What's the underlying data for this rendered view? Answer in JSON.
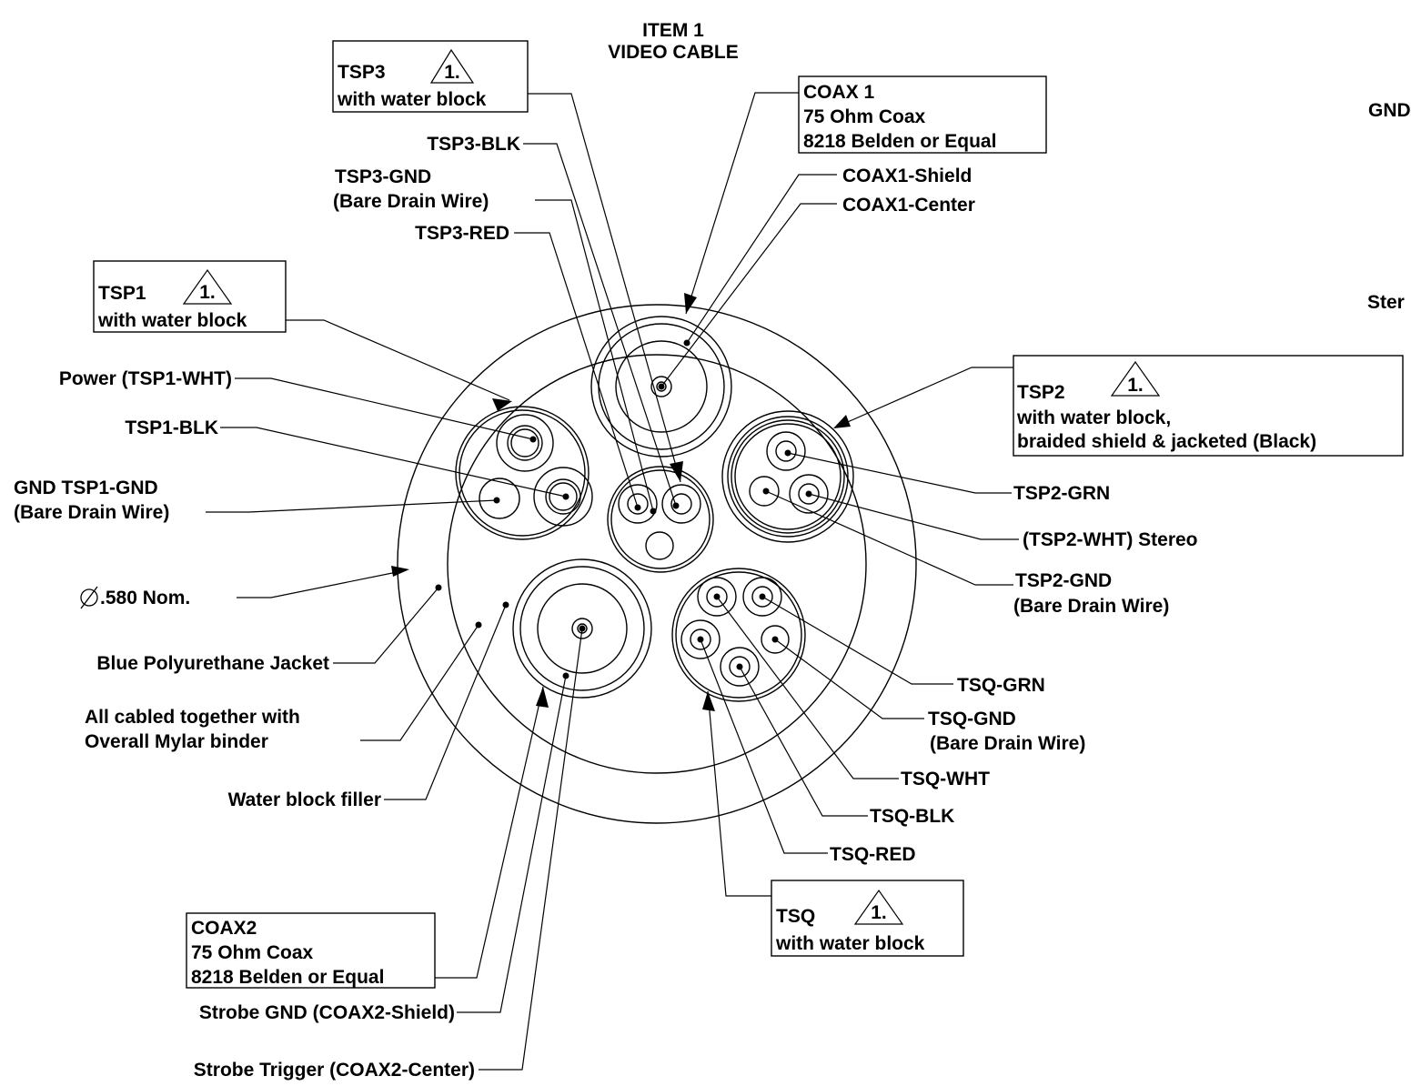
{
  "title": {
    "line1": "ITEM 1",
    "line2": "VIDEO CABLE"
  },
  "note_symbol": "1.",
  "labels": {
    "tsp3_box": [
      "TSP3",
      "with water block"
    ],
    "coax1_box": [
      "COAX 1",
      "75 Ohm Coax",
      "8218 Belden or Equal"
    ],
    "tsp3_blk": "TSP3-BLK",
    "tsp3_gnd": [
      "TSP3-GND",
      "(Bare Drain Wire)"
    ],
    "tsp3_red": "TSP3-RED",
    "coax1_shield": "COAX1-Shield",
    "coax1_center": "COAX1-Center",
    "tsp1_box": [
      "TSP1",
      "with water block"
    ],
    "power_tsp1_wht": "Power (TSP1-WHT)",
    "tsp1_blk": "TSP1-BLK",
    "tsp1_gnd": [
      "GND TSP1-GND",
      "(Bare Drain Wire)"
    ],
    "diameter": ".580 Nom.",
    "blue_jacket": "Blue Polyurethane Jacket",
    "mylar": [
      "All cabled together with",
      "Overall Mylar binder"
    ],
    "filler": "Water block filler",
    "tsp2_box": [
      "TSP2",
      "with water block,",
      "braided shield & jacketed (Black)"
    ],
    "tsp2_grn": "TSP2-GRN",
    "tsp2_wht": "(TSP2-WHT) Stereo",
    "tsp2_gnd": [
      "TSP2-GND",
      "(Bare Drain Wire)"
    ],
    "tsq_grn": "TSQ-GRN",
    "tsq_gnd": [
      "TSQ-GND",
      "(Bare Drain Wire)"
    ],
    "tsq_wht": "TSQ-WHT",
    "tsq_blk": "TSQ-BLK",
    "tsq_red": "TSQ-RED",
    "tsq_box": [
      "TSQ",
      "with water block"
    ],
    "coax2_box": [
      "COAX2",
      "75 Ohm Coax",
      "8218 Belden or Equal"
    ],
    "strobe_gnd": "Strobe GND (COAX2-Shield)",
    "strobe_trigger": "Strobe Trigger (COAX2-Center)",
    "edge_gnd": "GND",
    "edge_ster": "Ster"
  }
}
